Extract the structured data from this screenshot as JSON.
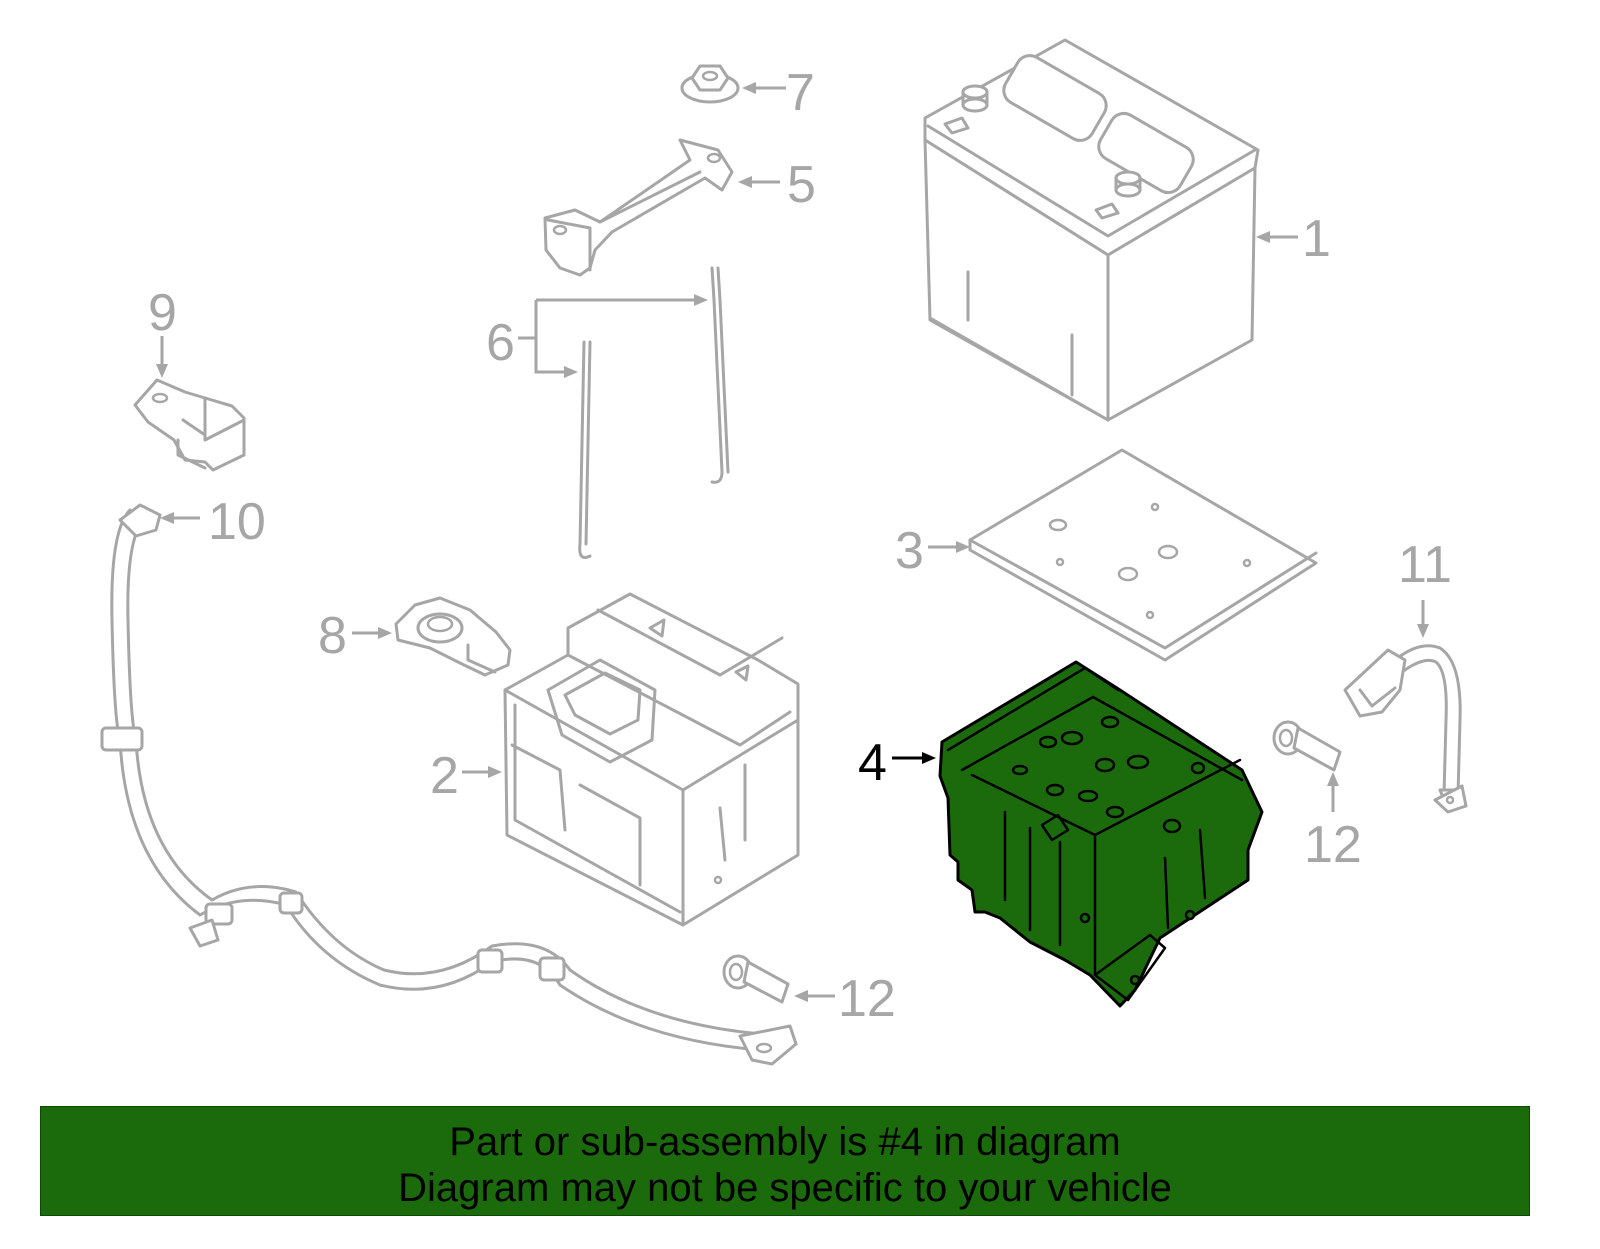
{
  "callouts": {
    "c1": "1",
    "c2": "2",
    "c3": "3",
    "c4": "4",
    "c5": "5",
    "c6": "6",
    "c7": "7",
    "c8": "8",
    "c9": "9",
    "c10": "10",
    "c11": "11",
    "c12a": "12",
    "c12b": "12"
  },
  "highlighted_part": "4",
  "colors": {
    "highlight": "#1b6b0c",
    "linework": "#a6a6a6",
    "banner": "#1b6b0c"
  },
  "banner": {
    "line1": "Part or sub-assembly is #4 in diagram",
    "line2": "Diagram may not be specific to your vehicle"
  }
}
